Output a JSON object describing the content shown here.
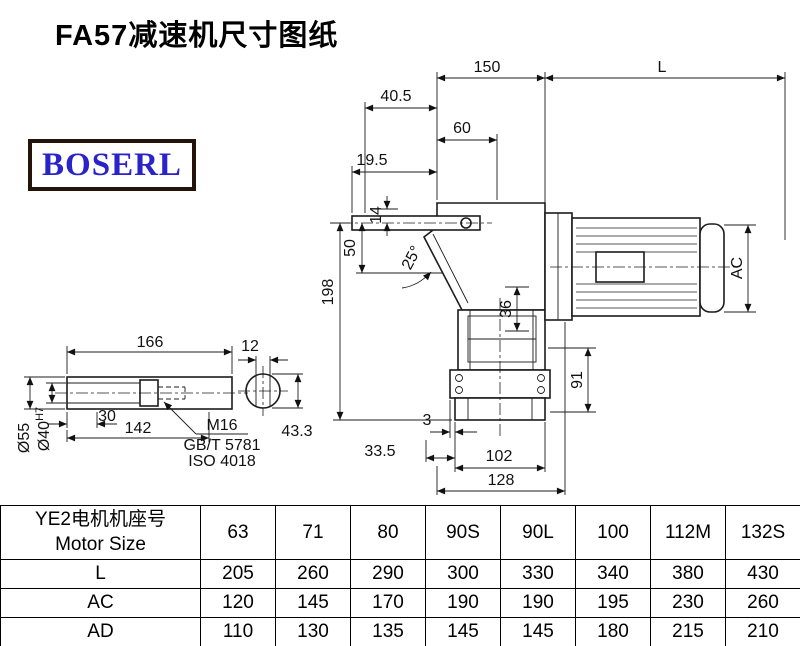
{
  "title": "FA57减速机尺寸图纸",
  "logo": {
    "text": "BOSERL",
    "color": "#2a24c8",
    "border_color": "#241309"
  },
  "drawing": {
    "dims": {
      "d150": "150",
      "dL": "L",
      "d40_5": "40.5",
      "d60": "60",
      "d19_5": "19.5",
      "d14": "14",
      "d50": "50",
      "d25": "25°",
      "d198": "198",
      "d36": "36",
      "dAC": "AC",
      "d91": "91",
      "d3": "3",
      "d33_5": "33.5",
      "d102": "102",
      "d128": "128"
    },
    "shaft": {
      "d166": "166",
      "d12": "12",
      "d30": "30",
      "d142": "142",
      "d55": "Ø55",
      "d40": "Ø40",
      "d40sup": "H7",
      "m16": "M16",
      "gb": "GB/T 5781",
      "iso": "ISO 4018",
      "d43_3": "43.3"
    }
  },
  "table": {
    "header_col": [
      "YE2电机机座号",
      "Motor Size"
    ],
    "sizes": [
      "63",
      "71",
      "80",
      "90S",
      "90L",
      "100",
      "112M",
      "132S"
    ],
    "rows": [
      {
        "label": "L",
        "values": [
          "205",
          "260",
          "290",
          "300",
          "330",
          "340",
          "380",
          "430"
        ]
      },
      {
        "label": "AC",
        "values": [
          "120",
          "145",
          "170",
          "190",
          "190",
          "195",
          "230",
          "260"
        ]
      },
      {
        "label": "AD",
        "values": [
          "110",
          "130",
          "135",
          "145",
          "145",
          "180",
          "215",
          "210"
        ]
      }
    ]
  }
}
